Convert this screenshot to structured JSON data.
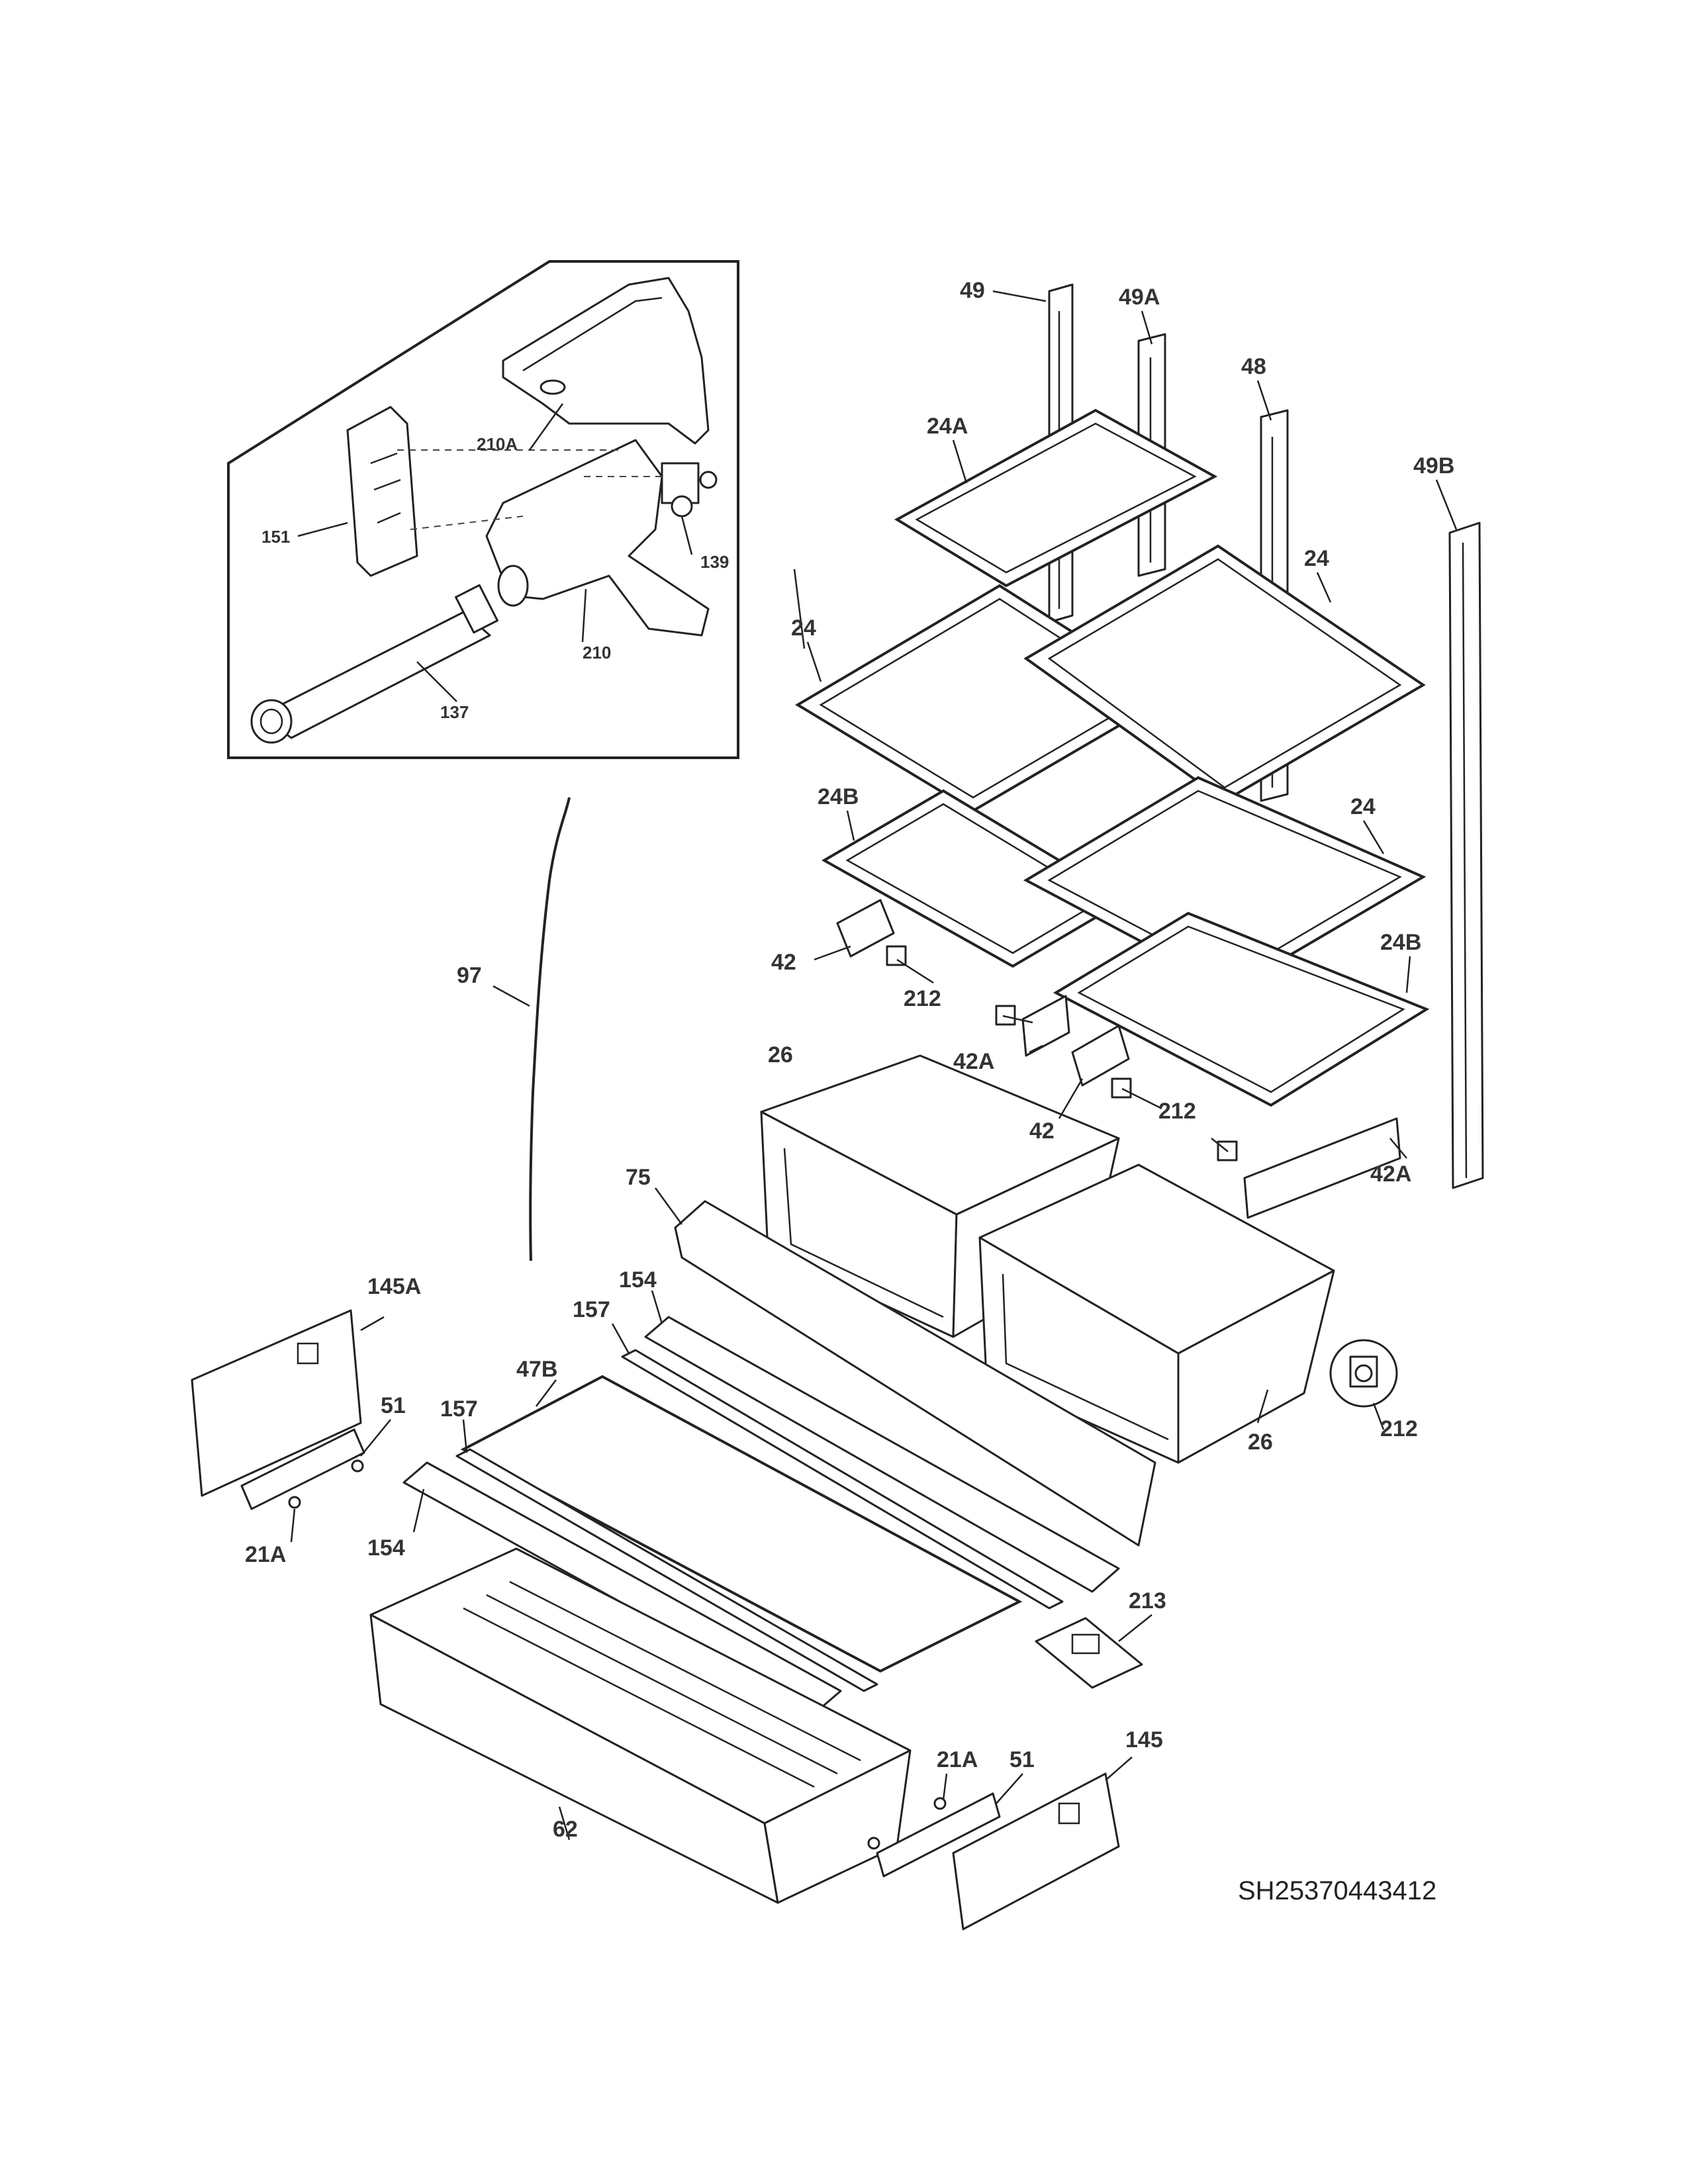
{
  "diagram": {
    "drawing_number": "SH25370443412",
    "inset_labels": [
      "210A",
      "151",
      "139",
      "210",
      "137"
    ],
    "labels": {
      "l49": "49",
      "l49a": "49A",
      "l48": "48",
      "l49b": "49B",
      "l24a": "24A",
      "l24_1": "24",
      "l24_2": "24",
      "l24_3": "24",
      "l24b_1": "24B",
      "l24b_2": "24B",
      "l42_1": "42",
      "l42_2": "42",
      "l212_1": "212",
      "l212_2": "212",
      "l212_3": "212",
      "l42a_1": "42A",
      "l42a_2": "42A",
      "l26_1": "26",
      "l26_2": "26",
      "l97": "97",
      "l75": "75",
      "l154_1": "154",
      "l154_2": "154",
      "l157_1": "157",
      "l157_2": "157",
      "l47b": "47B",
      "l145a": "145A",
      "l145": "145",
      "l51_1": "51",
      "l51_2": "51",
      "l21a_1": "21A",
      "l21a_2": "21A",
      "l213": "213",
      "l62": "62"
    }
  }
}
